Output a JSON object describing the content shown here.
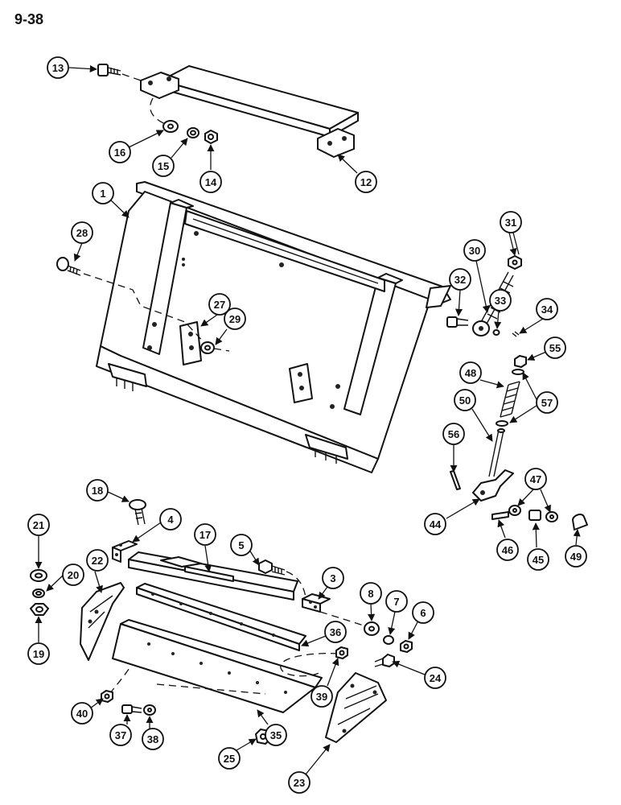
{
  "page_label": "9-38",
  "callouts": [
    "13",
    "16",
    "15",
    "14",
    "12",
    "1",
    "28",
    "27",
    "29",
    "31",
    "30",
    "32",
    "33",
    "34",
    "55",
    "48",
    "57",
    "50",
    "56",
    "47",
    "44",
    "46",
    "45",
    "49",
    "18",
    "4",
    "17",
    "5",
    "3",
    "8",
    "7",
    "6",
    "21",
    "20",
    "22",
    "19",
    "36",
    "24",
    "39",
    "40",
    "37",
    "38",
    "35",
    "25",
    "23"
  ]
}
